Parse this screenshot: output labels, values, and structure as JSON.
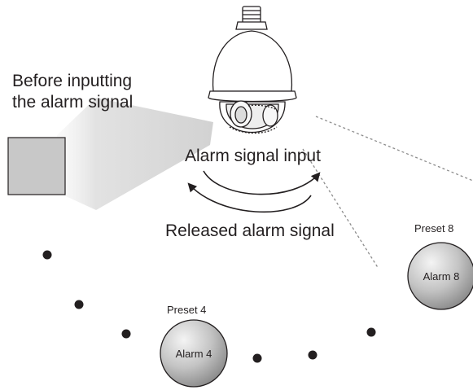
{
  "labels": {
    "before_input": [
      "Before inputting",
      "the alarm signal"
    ],
    "alarm_signal_input": "Alarm signal input",
    "released_alarm_signal": "Released alarm signal"
  },
  "presets": [
    {
      "preset_label": "Preset 4",
      "alarm_label": "Alarm 4"
    },
    {
      "preset_label": "Preset 8",
      "alarm_label": "Alarm 8"
    }
  ],
  "colors": {
    "ink": "#231f20",
    "cone": "#d8d8d8",
    "monitor_fill": "#c9c9c9",
    "alarm_gradient_light": "#f2f2f2",
    "alarm_gradient_dark": "#8a8a8a",
    "dome": "#ffffff"
  }
}
